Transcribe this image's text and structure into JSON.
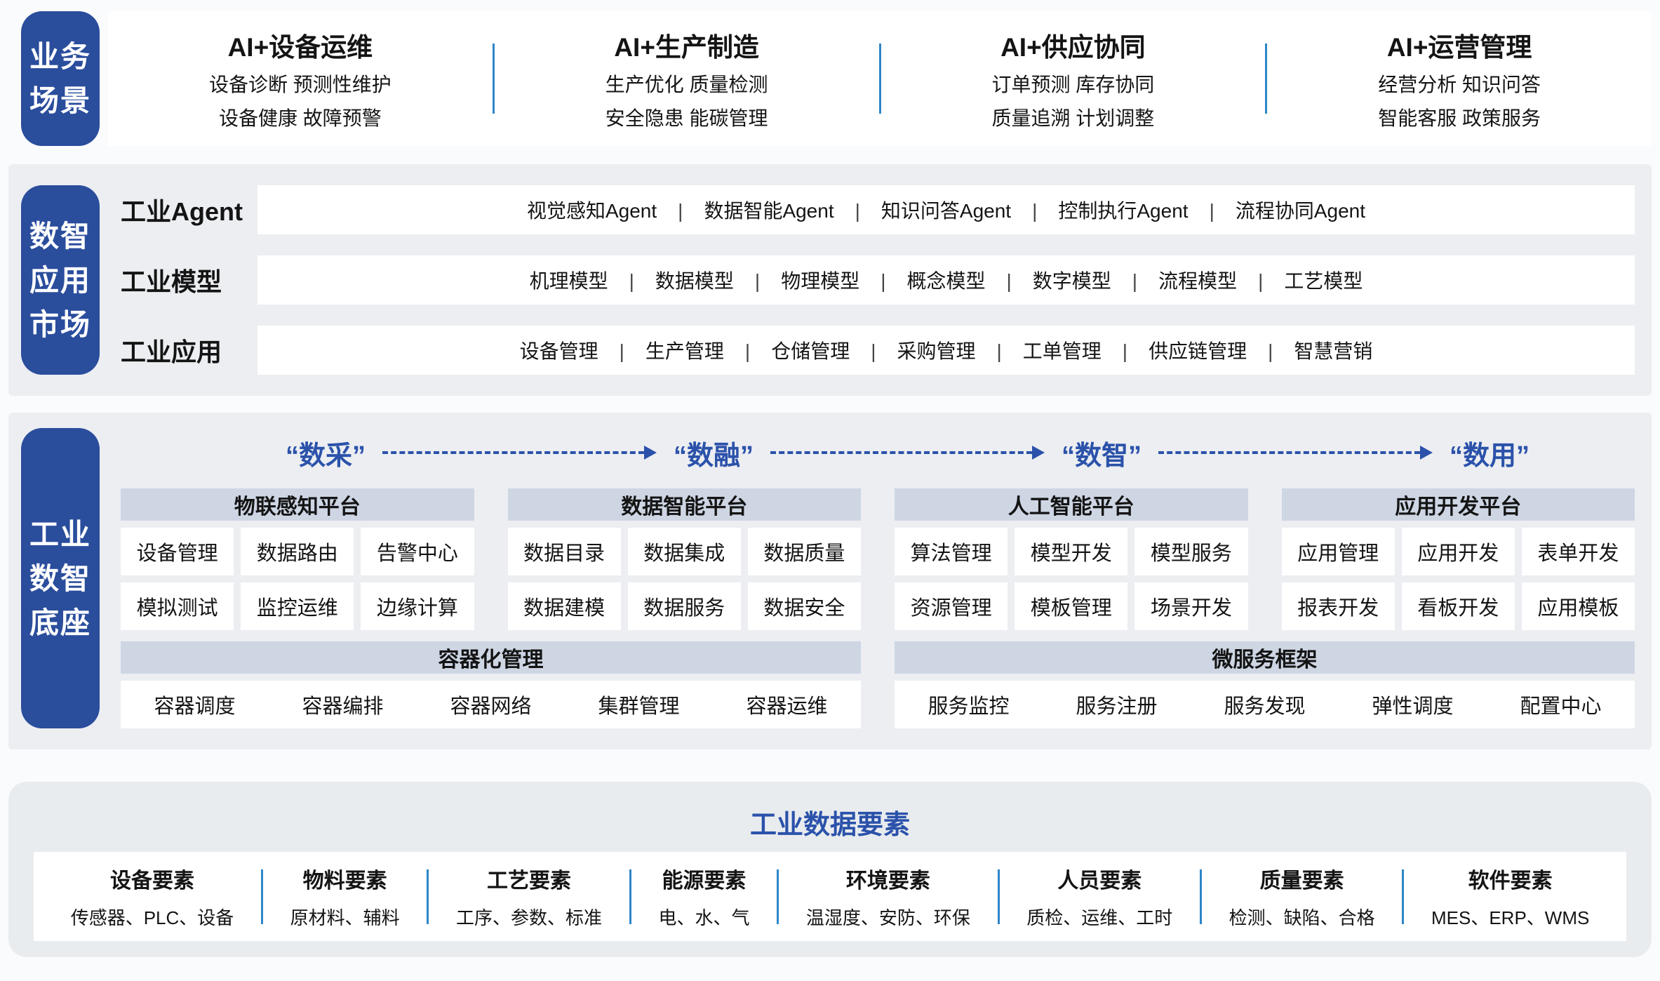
{
  "colors": {
    "pill_blue": "#2a4d9c",
    "accent_blue": "#2b52aa",
    "divider_blue": "#2e86c8",
    "panel_header": "#ced6e4",
    "band_gray": "#eceef2",
    "card_gray": "#e9ecef"
  },
  "sections": {
    "business": {
      "sidebar_lines": [
        "业务",
        "场景"
      ],
      "columns": [
        {
          "title": "AI+设备运维",
          "lines": [
            "设备诊断 预测性维护",
            "设备健康 故障预警"
          ]
        },
        {
          "title": "AI+生产制造",
          "lines": [
            "生产优化 质量检测",
            "安全隐患 能碳管理"
          ]
        },
        {
          "title": "AI+供应协同",
          "lines": [
            "订单预测 库存协同",
            "质量追溯 计划调整"
          ]
        },
        {
          "title": "AI+运营管理",
          "lines": [
            "经营分析 知识问答",
            "智能客服 政策服务"
          ]
        }
      ]
    },
    "market": {
      "sidebar_lines": [
        "数智",
        "应用",
        "市场"
      ],
      "rows": [
        {
          "label": "工业Agent",
          "items": [
            "视觉感知Agent",
            "数据智能Agent",
            "知识问答Agent",
            "控制执行Agent",
            "流程协同Agent"
          ]
        },
        {
          "label": "工业模型",
          "items": [
            "机理模型",
            "数据模型",
            "物理模型",
            "概念模型",
            "数字模型",
            "流程模型",
            "工艺模型"
          ]
        },
        {
          "label": "工业应用",
          "items": [
            "设备管理",
            "生产管理",
            "仓储管理",
            "采购管理",
            "工单管理",
            "供应链管理",
            "智慧营销"
          ]
        }
      ]
    },
    "base": {
      "sidebar_lines": [
        "工业",
        "数智",
        "底座"
      ],
      "flow": [
        "“数采”",
        "“数融”",
        "“数智”",
        "“数用”"
      ],
      "platforms": [
        {
          "title": "物联感知平台",
          "cells": [
            [
              "设备管理",
              "数据路由",
              "告警中心"
            ],
            [
              "模拟测试",
              "监控运维",
              "边缘计算"
            ]
          ]
        },
        {
          "title": "数据智能平台",
          "cells": [
            [
              "数据目录",
              "数据集成",
              "数据质量"
            ],
            [
              "数据建模",
              "数据服务",
              "数据安全"
            ]
          ]
        },
        {
          "title": "人工智能平台",
          "cells": [
            [
              "算法管理",
              "模型开发",
              "模型服务"
            ],
            [
              "资源管理",
              "模板管理",
              "场景开发"
            ]
          ]
        },
        {
          "title": "应用开发平台",
          "cells": [
            [
              "应用管理",
              "应用开发",
              "表单开发"
            ],
            [
              "报表开发",
              "看板开发",
              "应用模板"
            ]
          ]
        }
      ],
      "wide_bars": [
        {
          "title": "容器化管理",
          "items": [
            "容器调度",
            "容器编排",
            "容器网络",
            "集群管理",
            "容器运维"
          ]
        },
        {
          "title": "微服务框架",
          "items": [
            "服务监控",
            "服务注册",
            "服务发现",
            "弹性调度",
            "配置中心"
          ]
        }
      ]
    },
    "elements": {
      "title": "工业数据要素",
      "columns": [
        {
          "title": "设备要素",
          "sub": "传感器、PLC、设备"
        },
        {
          "title": "物料要素",
          "sub": "原材料、辅料"
        },
        {
          "title": "工艺要素",
          "sub": "工序、参数、标准"
        },
        {
          "title": "能源要素",
          "sub": "电、水、气"
        },
        {
          "title": "环境要素",
          "sub": "温湿度、安防、环保"
        },
        {
          "title": "人员要素",
          "sub": "质检、运维、工时"
        },
        {
          "title": "质量要素",
          "sub": "检测、缺陷、合格"
        },
        {
          "title": "软件要素",
          "sub": "MES、ERP、WMS"
        }
      ]
    }
  }
}
